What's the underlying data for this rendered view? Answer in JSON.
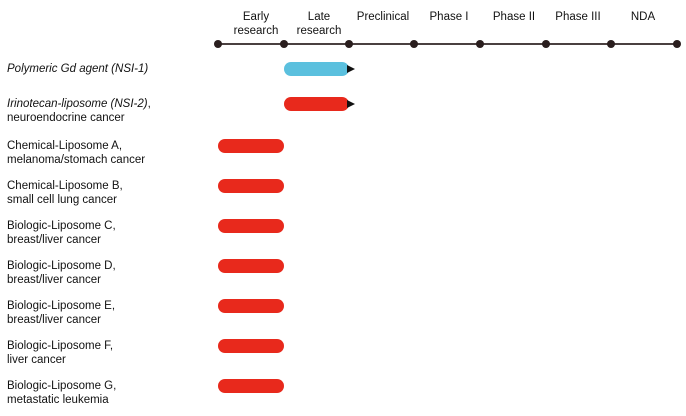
{
  "stages": [
    {
      "line1": "Early",
      "line2": "research"
    },
    {
      "line1": "Late",
      "line2": "research"
    },
    {
      "line1": "Preclinical",
      "line2": ""
    },
    {
      "line1": "Phase I",
      "line2": ""
    },
    {
      "line1": "Phase II",
      "line2": ""
    },
    {
      "line1": "Phase III",
      "line2": ""
    },
    {
      "line1": "NDA",
      "line2": ""
    }
  ],
  "colors": {
    "red": "#e8291c",
    "blue": "#5bc0de",
    "axis": "#4a4040",
    "dot": "#2a1e1e"
  },
  "rows": [
    {
      "name": "Polymeric Gd agent (NSI-1)",
      "detail": "",
      "italic_name": true,
      "color": "#5bc0de",
      "progress_start_stage": 1,
      "progress_end_stage": 2,
      "arrow": true
    },
    {
      "name": "Irinotecan-liposome (NSI-2)",
      "detail": "neuroendocrine cancer",
      "italic_name": true,
      "separator": ",",
      "color": "#e8291c",
      "progress_start_stage": 1,
      "progress_end_stage": 2,
      "arrow": true
    },
    {
      "name": "Chemical-Liposome A,",
      "detail": "melanoma/stomach cancer",
      "italic_name": false,
      "color": "#e8291c",
      "progress_start_stage": 0,
      "progress_end_stage": 1,
      "arrow": false
    },
    {
      "name": "Chemical-Liposome B,",
      "detail": "small cell lung cancer",
      "italic_name": false,
      "color": "#e8291c",
      "progress_start_stage": 0,
      "progress_end_stage": 1,
      "arrow": false
    },
    {
      "name": "Biologic-Liposome C,",
      "detail": "breast/liver cancer",
      "italic_name": false,
      "color": "#e8291c",
      "progress_start_stage": 0,
      "progress_end_stage": 1,
      "arrow": false
    },
    {
      "name": "Biologic-Liposome D,",
      "detail": "breast/liver cancer",
      "italic_name": false,
      "color": "#e8291c",
      "progress_start_stage": 0,
      "progress_end_stage": 1,
      "arrow": false
    },
    {
      "name": "Biologic-Liposome E,",
      "detail": "breast/liver cancer",
      "italic_name": false,
      "color": "#e8291c",
      "progress_start_stage": 0,
      "progress_end_stage": 1,
      "arrow": false
    },
    {
      "name": "Biologic-Liposome F,",
      "detail": "liver cancer",
      "italic_name": false,
      "color": "#e8291c",
      "progress_start_stage": 0,
      "progress_end_stage": 1,
      "arrow": false
    },
    {
      "name": "Biologic-Liposome G,",
      "detail": "metastatic leukemia",
      "italic_name": false,
      "color": "#e8291c",
      "progress_start_stage": 0,
      "progress_end_stage": 1,
      "arrow": false
    }
  ]
}
